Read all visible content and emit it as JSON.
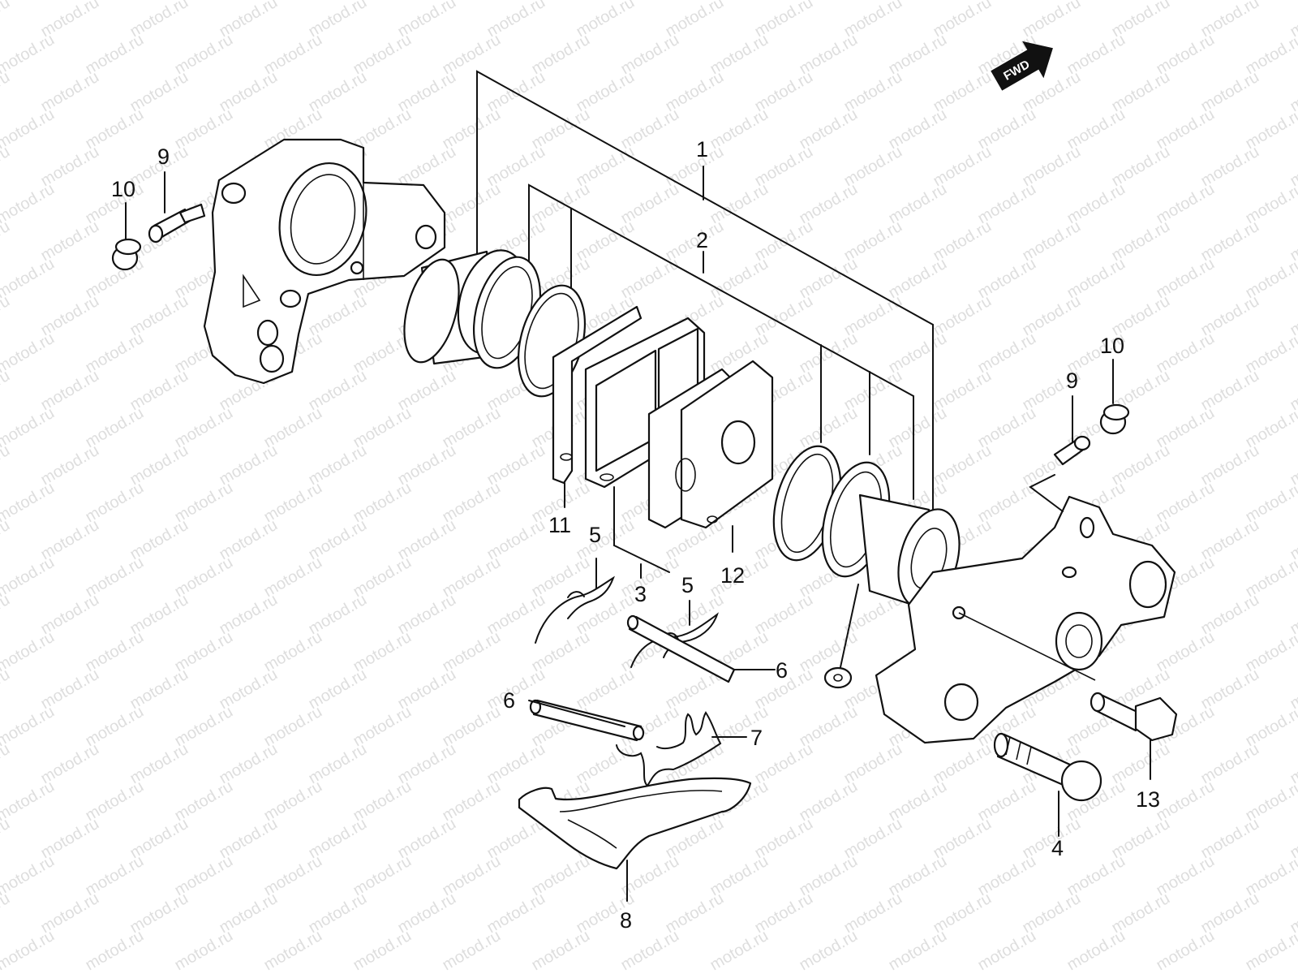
{
  "watermark": "motod.ru",
  "direction_badge": {
    "text": "FWD"
  },
  "labels": {
    "p1": "1",
    "p2": "2",
    "p3": "3",
    "p4": "4",
    "p5a": "5",
    "p5b": "5",
    "p6a": "6",
    "p6b": "6",
    "p7": "7",
    "p8": "8",
    "p9a": "9",
    "p9b": "9",
    "p10a": "10",
    "p10b": "10",
    "p11": "11",
    "p12": "12",
    "p13": "13"
  }
}
